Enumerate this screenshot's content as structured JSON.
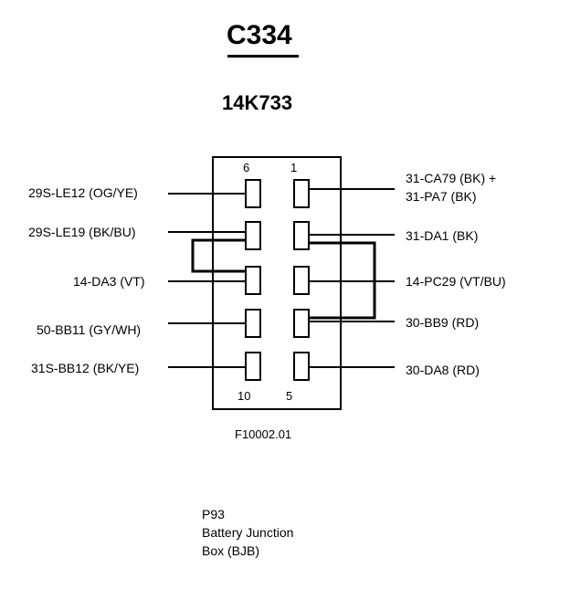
{
  "connector": {
    "title": "C334",
    "part_number": "14K733",
    "figure_id": "F10002.01"
  },
  "pin_numbers": {
    "top_left": "6",
    "top_right": "1",
    "bottom_left": "10",
    "bottom_right": "5"
  },
  "left_wires": [
    "29S-LE12 (OG/YE)",
    "29S-LE19 (BK/BU)",
    "14-DA3 (VT)",
    "50-BB11 (GY/WH)",
    "31S-BB12 (BK/YE)"
  ],
  "right_wires": [
    "31-CA79 (BK) +",
    "31-PA7 (BK)",
    "31-DA1 (BK)",
    "14-PC29 (VT/BU)",
    "30-BB9 (RD)",
    "30-DA8 (RD)"
  ],
  "caption": {
    "line1": "P93",
    "line2": "Battery Junction",
    "line3": "Box (BJB)"
  }
}
